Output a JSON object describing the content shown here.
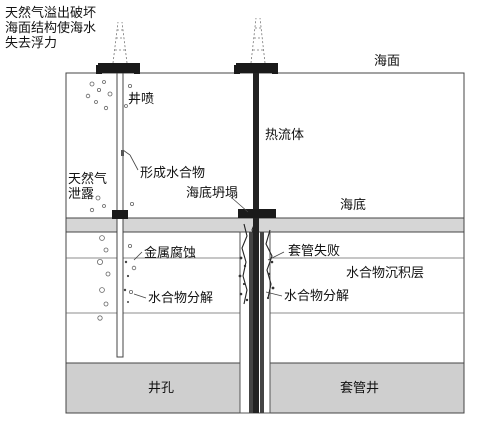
{
  "labels": {
    "gas_overflow": "天然气溢出破坏海面结构使海水失去浮力",
    "sea_surface": "海面",
    "blowout": "井喷",
    "thermal_fluid": "热流体",
    "hydrate_formation": "形成水合物",
    "gas_leak": "天然气泄露",
    "seabed_collapse": "海底坍塌",
    "seabed": "海底",
    "metal_corrosion": "金属腐蚀",
    "casing_failure": "套管失败",
    "hydrate_sediment": "水合物沉积层",
    "hydrate_decomp_left": "水合物分解",
    "hydrate_decomp_right": "水合物分解",
    "wellbore": "井孔",
    "cased_well": "套管井"
  },
  "colors": {
    "outline": "#444444",
    "seabed_band": "#d6d6d6",
    "bottom_band": "#cfcfcf",
    "pipe_dark": "#222222",
    "bubble": "#666666"
  }
}
